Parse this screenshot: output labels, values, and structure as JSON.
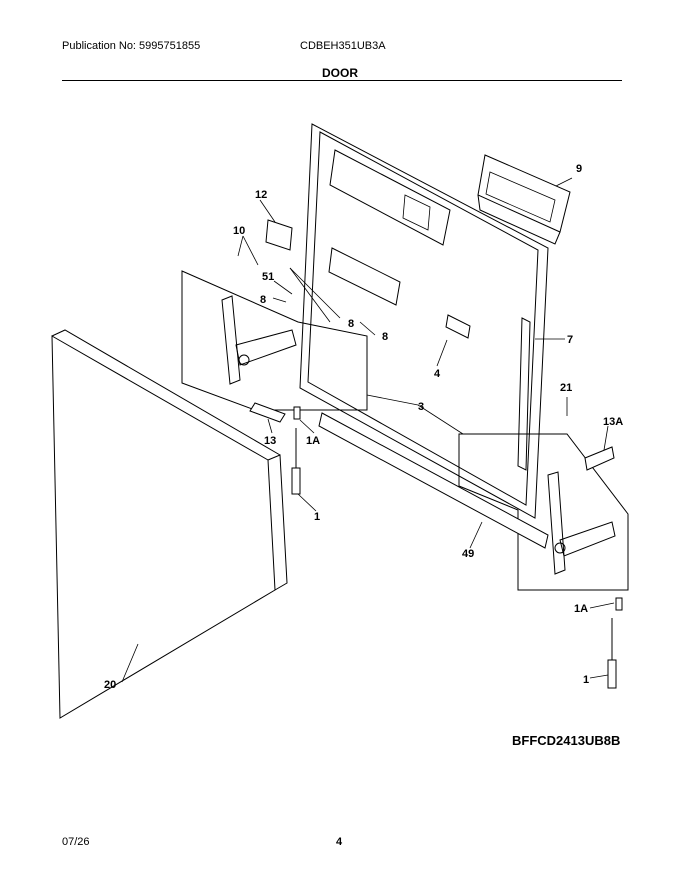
{
  "header": {
    "publication": "Publication No: 5995751855",
    "model": "CDBEH351UB3A"
  },
  "section_title": "DOOR",
  "diagram_code": "BFFCD2413UB8B",
  "footer": {
    "date": "07/26",
    "page": "4"
  },
  "callouts": {
    "c9": "9",
    "c12": "12",
    "c10": "10",
    "c51": "51",
    "c8a": "8",
    "c8b": "8",
    "c8c": "8",
    "c7": "7",
    "c4": "4",
    "c21": "21",
    "c13A": "13A",
    "c3": "3",
    "c13": "13",
    "c1A_left": "1A",
    "c1_left": "1",
    "c49": "49",
    "c1A_right": "1A",
    "c1_right": "1",
    "c20": "20"
  }
}
